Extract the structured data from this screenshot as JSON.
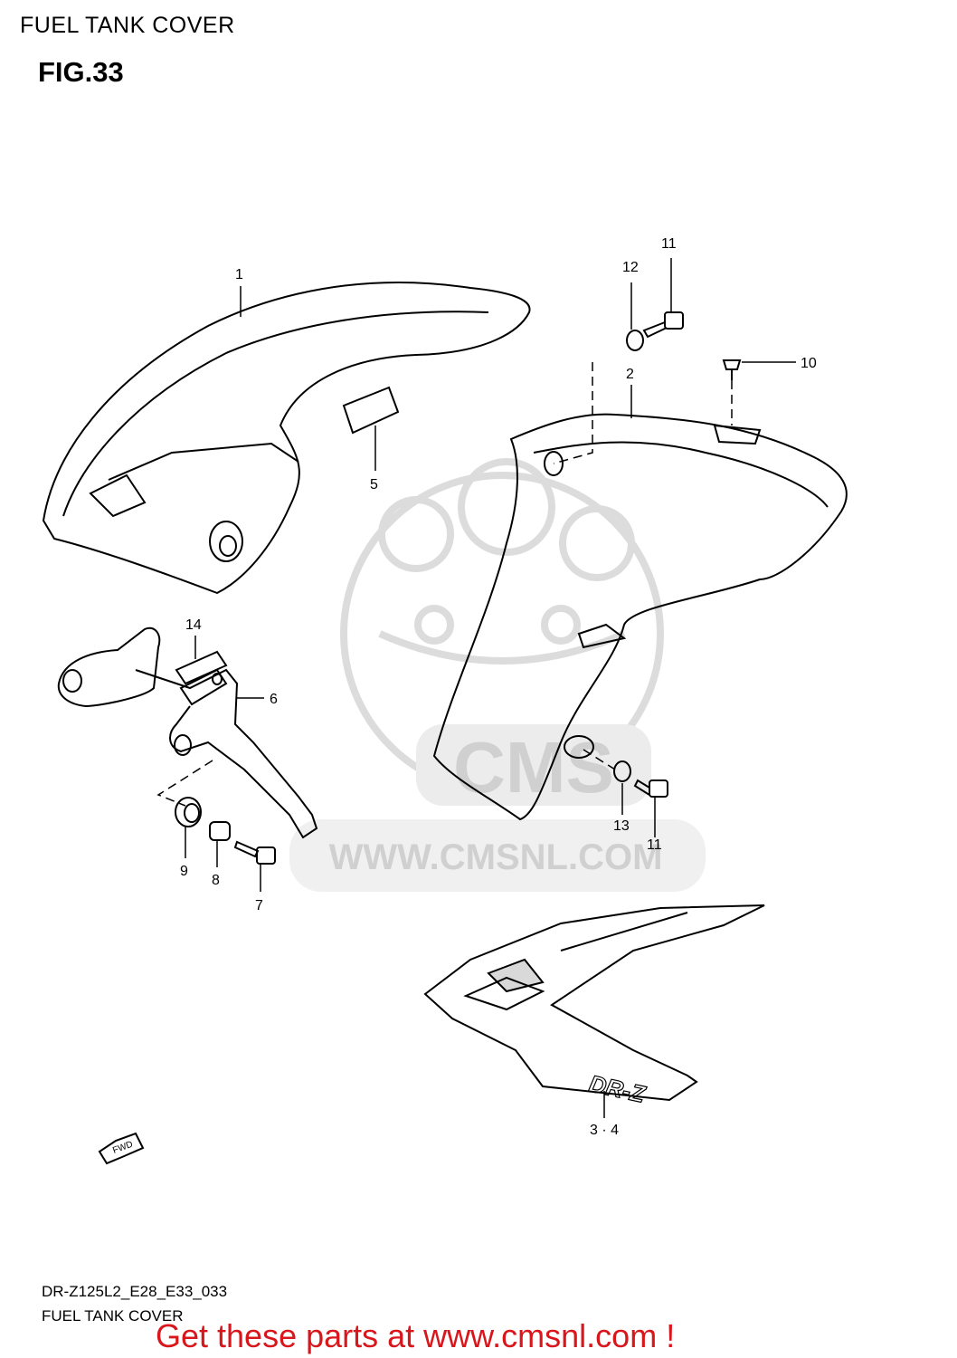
{
  "header": {
    "title": "FUEL TANK COVER"
  },
  "figure": {
    "label": "FIG.33"
  },
  "callouts": {
    "c1": "1",
    "c2": "2",
    "c3_4": "3 · 4",
    "c5": "5",
    "c6": "6",
    "c7": "7",
    "c8": "8",
    "c9": "9",
    "c10": "10",
    "c11a": "11",
    "c11b": "11",
    "c12": "12",
    "c13": "13",
    "c14": "14"
  },
  "watermark": {
    "url": "WWW.CMSNL.COM",
    "logo_text": "CMS"
  },
  "fwd_label": "FWD",
  "decal_text": "DR-Z",
  "footer": {
    "model_code": "DR-Z125L2_E28_E33_033",
    "section_title": "FUEL TANK COVER",
    "cta": "Get these parts at www.cmsnl.com !"
  },
  "colors": {
    "cta": "#d8161b",
    "line": "#000000",
    "watermark": "#d9d9d9"
  }
}
